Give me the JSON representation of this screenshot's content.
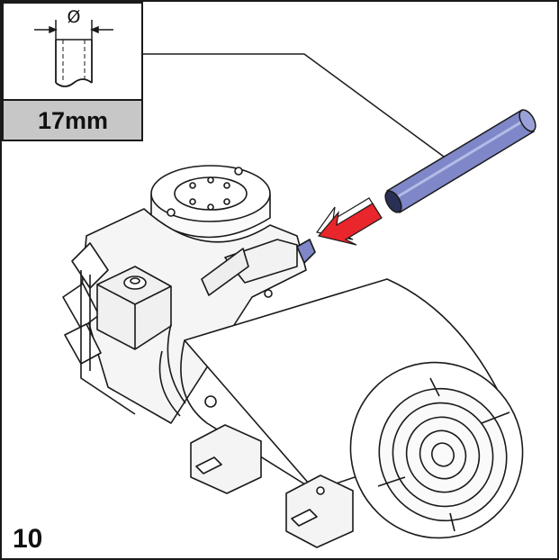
{
  "spec": {
    "diameter_symbol": "Ø",
    "hose_diameter": "17mm"
  },
  "step": {
    "number": "10"
  },
  "colors": {
    "hose": "#7f87c9",
    "arrow": "#e8262b",
    "label_bg": "#c7c7c7",
    "line": "#1a1a1a"
  },
  "icons": {
    "diameter": "pipe-diameter-icon",
    "direction": "insert-arrow-icon"
  }
}
